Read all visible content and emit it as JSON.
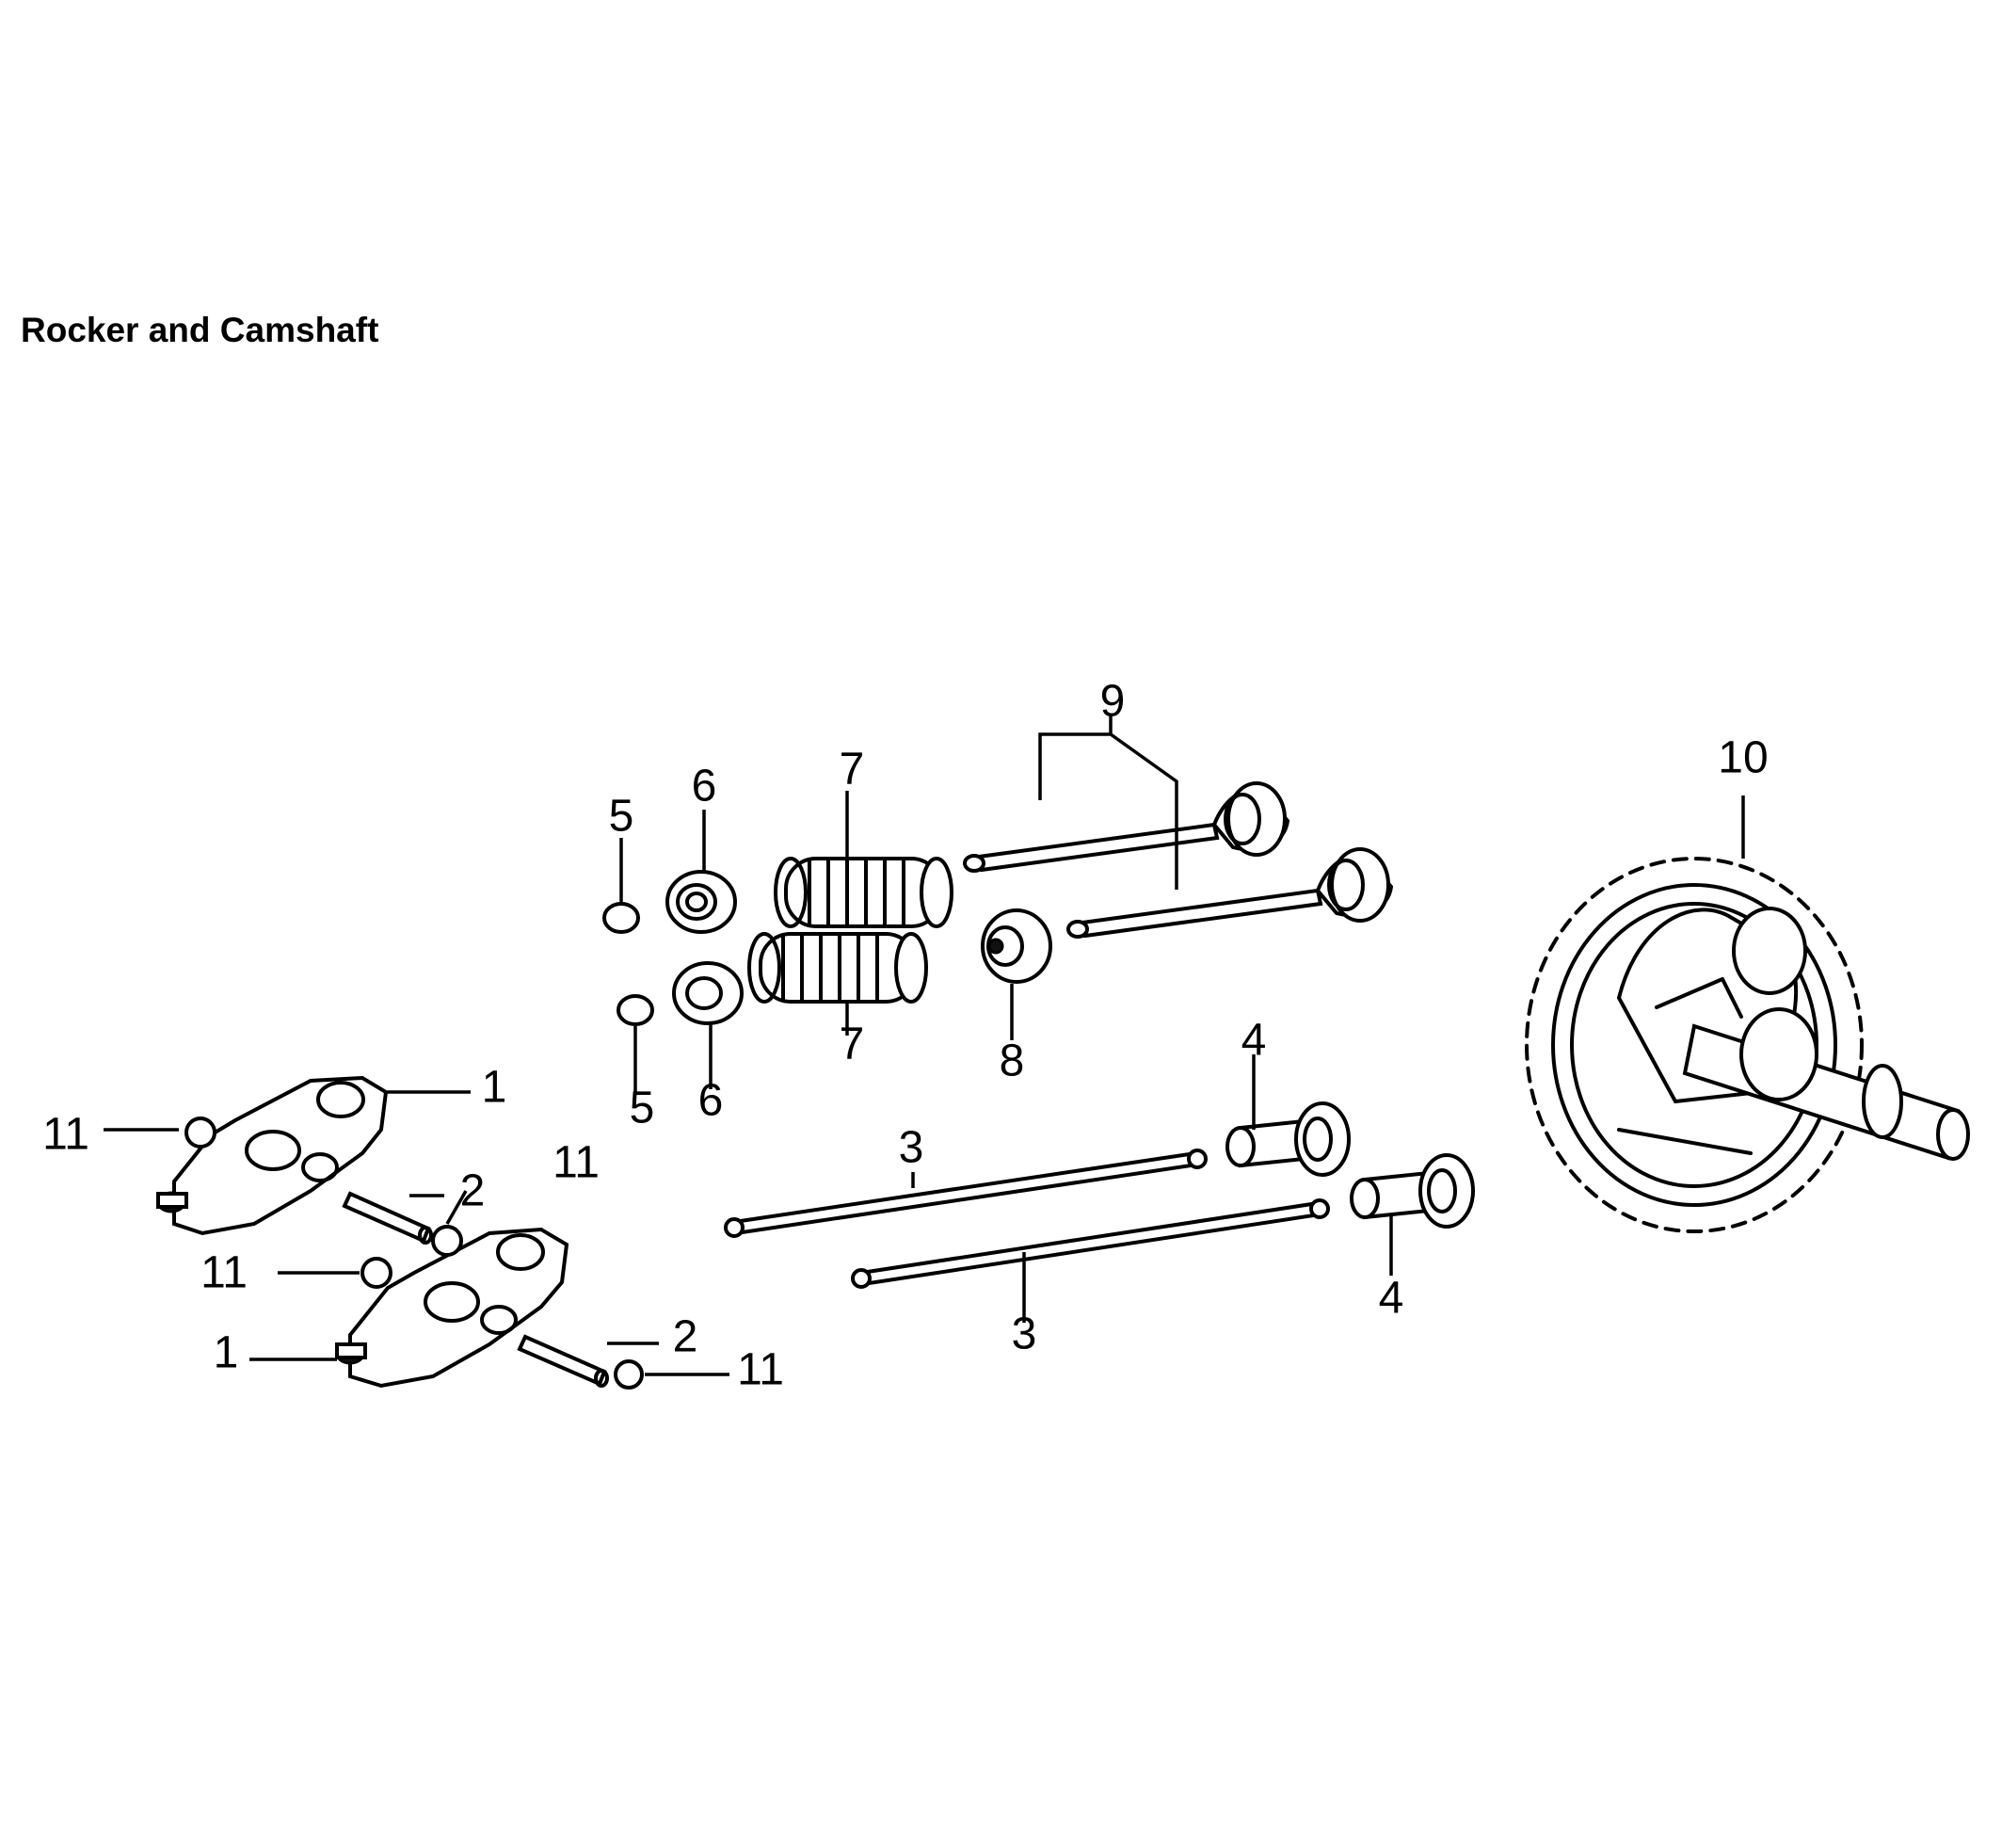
{
  "title": "Rocker and Camshaft",
  "callouts": [
    {
      "id": "c-1a",
      "label": "1"
    },
    {
      "id": "c-1b",
      "label": "1"
    },
    {
      "id": "c-2a",
      "label": "2"
    },
    {
      "id": "c-2b",
      "label": "2"
    },
    {
      "id": "c-3a",
      "label": "3"
    },
    {
      "id": "c-3b",
      "label": "3"
    },
    {
      "id": "c-4a",
      "label": "4"
    },
    {
      "id": "c-4b",
      "label": "4"
    },
    {
      "id": "c-5a",
      "label": "5"
    },
    {
      "id": "c-5b",
      "label": "5"
    },
    {
      "id": "c-6a",
      "label": "6"
    },
    {
      "id": "c-6b",
      "label": "6"
    },
    {
      "id": "c-7a",
      "label": "7"
    },
    {
      "id": "c-7b",
      "label": "7"
    },
    {
      "id": "c-8",
      "label": "8"
    },
    {
      "id": "c-9",
      "label": "9"
    },
    {
      "id": "c-10",
      "label": "10"
    },
    {
      "id": "c-11a",
      "label": "11"
    },
    {
      "id": "c-11b",
      "label": "11"
    },
    {
      "id": "c-11c",
      "label": "11"
    },
    {
      "id": "c-11d",
      "label": "11"
    }
  ]
}
